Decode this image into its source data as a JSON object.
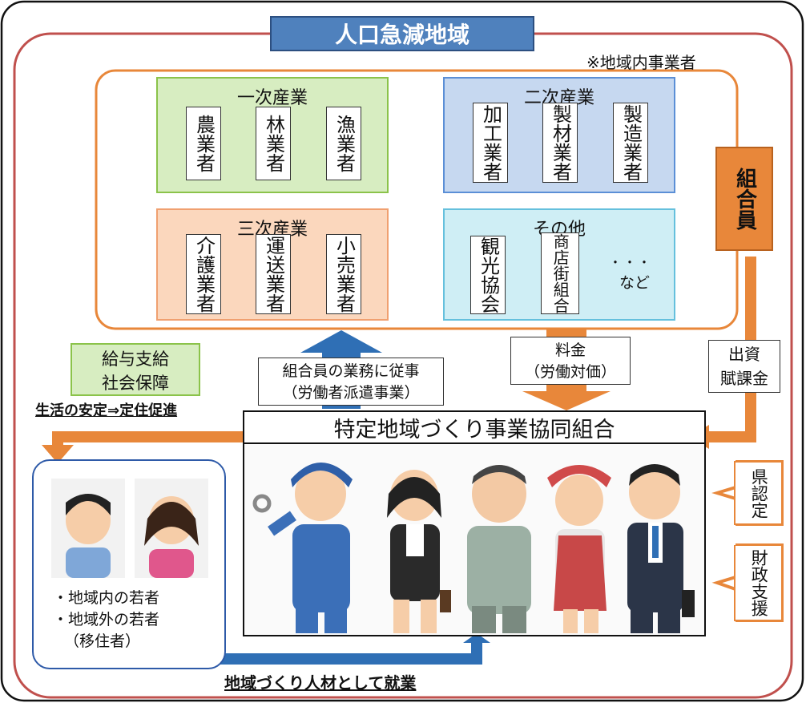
{
  "title": "人口急減地域",
  "note": "※地域内事業者",
  "sectors": {
    "primary": {
      "title": "一次産業",
      "items": [
        "農業者",
        "林業者",
        "漁業者"
      ]
    },
    "secondary": {
      "title": "二次産業",
      "items": [
        "加工業者",
        "製材業者",
        "製造業者"
      ]
    },
    "tertiary": {
      "title": "三次産業",
      "items": [
        "介護業者",
        "運送業者",
        "小売業者"
      ]
    },
    "other": {
      "title": "その他",
      "items": [
        "観光協会",
        "商店街組合"
      ],
      "etc_dots": "・・・",
      "etc_label": "など"
    }
  },
  "member_label": "組合員",
  "work_arrow": {
    "line1": "組合員の業務に従事",
    "line2": "（労働者派遣事業）"
  },
  "fee_arrow": {
    "line1": "料金",
    "line2": "（労働対価）"
  },
  "investment": {
    "line1": "出資",
    "line2": "賦課金"
  },
  "salary": {
    "line1": "給与支給",
    "line2": "社会保障"
  },
  "stability": "生活の安定⇒定住促進",
  "cooperative": "特定地域づくり事業協同組合",
  "youth": {
    "line1": "・地域内の若者",
    "line2": "・地域外の若者",
    "line3": "（移住者）"
  },
  "employment": "地域づくり人材として就業",
  "prefecture_cert": "県認定",
  "fiscal_support": "財政支援",
  "colors": {
    "outer_border": "#c0504d",
    "orange": "#e8873a",
    "blue_arrow": "#2f6fb5",
    "title_bg": "#4f81bd",
    "green_fill": "#d7edc1",
    "green_border": "#8bc34a",
    "blue_fill": "#c6d8f0",
    "blue_border": "#5b8fd6",
    "salmon_fill": "#fbd7bd",
    "salmon_border": "#f0a070",
    "cyan_fill": "#cfeef5",
    "cyan_border": "#65c0dd",
    "youth_border": "#2e5aa8"
  }
}
